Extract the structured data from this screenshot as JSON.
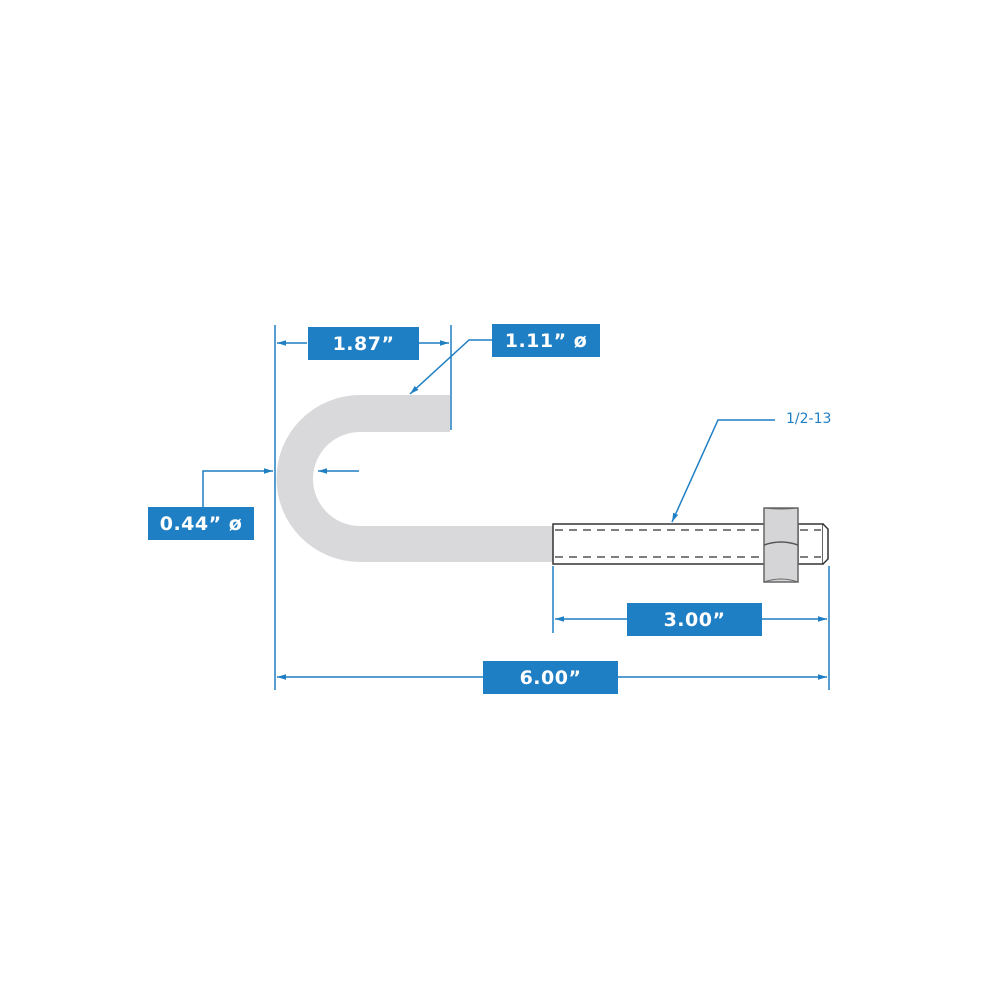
{
  "diagram": {
    "subject": "J-bolt with hex nut",
    "colors": {
      "dimension_blue": "#1f7fc4",
      "bolt_gray": "#d9d9db",
      "nut_fill": "#d5d5d7",
      "outline": "#333333",
      "background": "#ffffff"
    },
    "dimensions": {
      "hook_length": "1.87”",
      "hook_inner_diameter": "1.11” ø",
      "rod_diameter": "0.44” ø",
      "thread_length": "3.00”",
      "overall_length": "6.00”"
    },
    "callouts": {
      "thread_spec": "1/2-13"
    }
  }
}
